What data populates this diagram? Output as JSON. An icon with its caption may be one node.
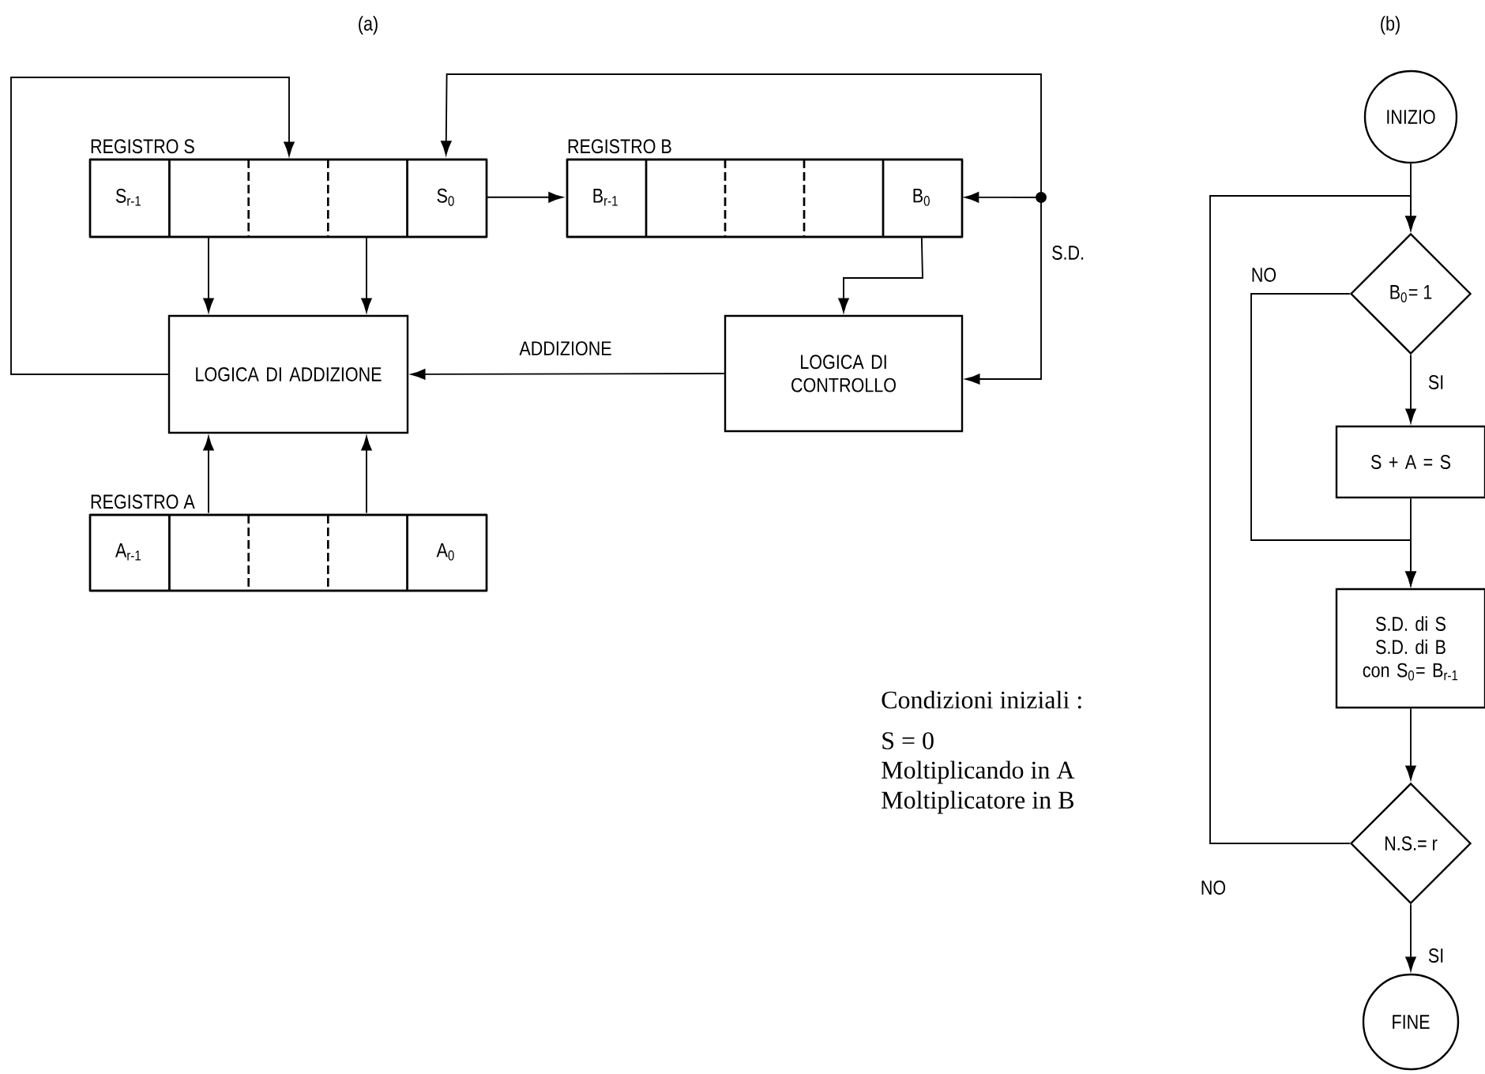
{
  "diagram": {
    "nodes": [
      {
        "text": [
          "REGISTRO S"
        ]
      },
      {
        "text": [
          "S$_{r-1}$"
        ],
        "in": 0
      },
      {
        "text": [],
        "shape": "box",
        "in": 0
      },
      {
        "text": [],
        "shape": "box",
        "in": 0
      },
      {
        "text": [],
        "shape": "box",
        "in": 0
      },
      {
        "text": [
          "S$_{0}$"
        ],
        "in": 0
      },
      {
        "text": [
          "REGISTRO B"
        ]
      },
      {
        "text": [
          "B$_{r-1}$"
        ],
        "in": 6
      },
      {
        "text": [],
        "shape": "box",
        "in": 6
      },
      {
        "text": [],
        "shape": "box",
        "in": 6
      },
      {
        "text": [],
        "shape": "box",
        "in": 6
      },
      {
        "text": [
          "B$_{0}$"
        ],
        "in": 6
      },
      {
        "text": [
          "LOGICA DI ADDIZIONE"
        ]
      },
      {
        "text": [
          "LOGICA DI CONTROLLO"
        ]
      },
      {
        "text": [
          "REGISTRO A"
        ]
      },
      {
        "text": [
          "A$_{r-1}$"
        ],
        "in": 14
      },
      {
        "text": [],
        "shape": "box",
        "in": 14
      },
      {
        "text": [],
        "shape": "box",
        "in": 14
      },
      {
        "text": [],
        "shape": "box",
        "in": 14
      },
      {
        "text": [
          "A$_{0}$"
        ],
        "in": 14
      },
      {
        "text": [
          "INIZIO"
        ]
      },
      {
        "text": [
          "B$_{0}$= 1"
        ]
      },
      {
        "text": [
          "S + A = S"
        ]
      },
      {
        "text": [
          "S.D. di S",
          "S.D. di B",
          "con S$_{0}$= B$_{r-1}$"
        ]
      },
      {
        "text": [
          "N.S.= r"
        ]
      },
      {
        "text": [
          "FINE"
        ]
      }
    ],
    "edges": [
      {
        "from": 12,
        "to": 0,
        "arrow": "to"
      },
      {
        "from": 2,
        "to": 12,
        "arrow": "to"
      },
      {
        "from": 4,
        "to": 12,
        "arrow": "to"
      },
      {
        "from": 5,
        "to": 7,
        "arrow": "to"
      },
      {
        "from": 16,
        "to": 12,
        "arrow": "to"
      },
      {
        "from": 18,
        "to": 12,
        "arrow": "to"
      },
      {
        "from": 11,
        "to": 13,
        "arrow": "to"
      },
      {
        "from": 13,
        "to": 12,
        "arrow": "to",
        "label": "ADDIZIONE"
      },
      {
        "from": null,
        "to": 5,
        "arrow": "to"
      },
      {
        "from": null,
        "to": 11,
        "arrow": "to"
      },
      {
        "from": null,
        "to": 13,
        "arrow": "to"
      },
      {
        "from": 20,
        "to": 21,
        "arrow": "to"
      },
      {
        "from": 21,
        "to": 22,
        "arrow": "to",
        "label": "SI"
      },
      {
        "from": 21,
        "to": 23,
        "arrow": "to",
        "label": "NO"
      },
      {
        "from": 22,
        "to": 23,
        "arrow": "to"
      },
      {
        "from": 23,
        "to": 24,
        "arrow": "to"
      },
      {
        "from": 24,
        "to": 21,
        "arrow": "to",
        "label": "NO"
      },
      {
        "from": 24,
        "to": 25,
        "arrow": "to",
        "label": "SI"
      }
    ],
    "labels": [
      "(a)",
      "(b)",
      "S.D.",
      "Condizioni iniziali :",
      "S = 0",
      "Moltiplicando in A",
      "Moltiplicatore in B"
    ]
  }
}
